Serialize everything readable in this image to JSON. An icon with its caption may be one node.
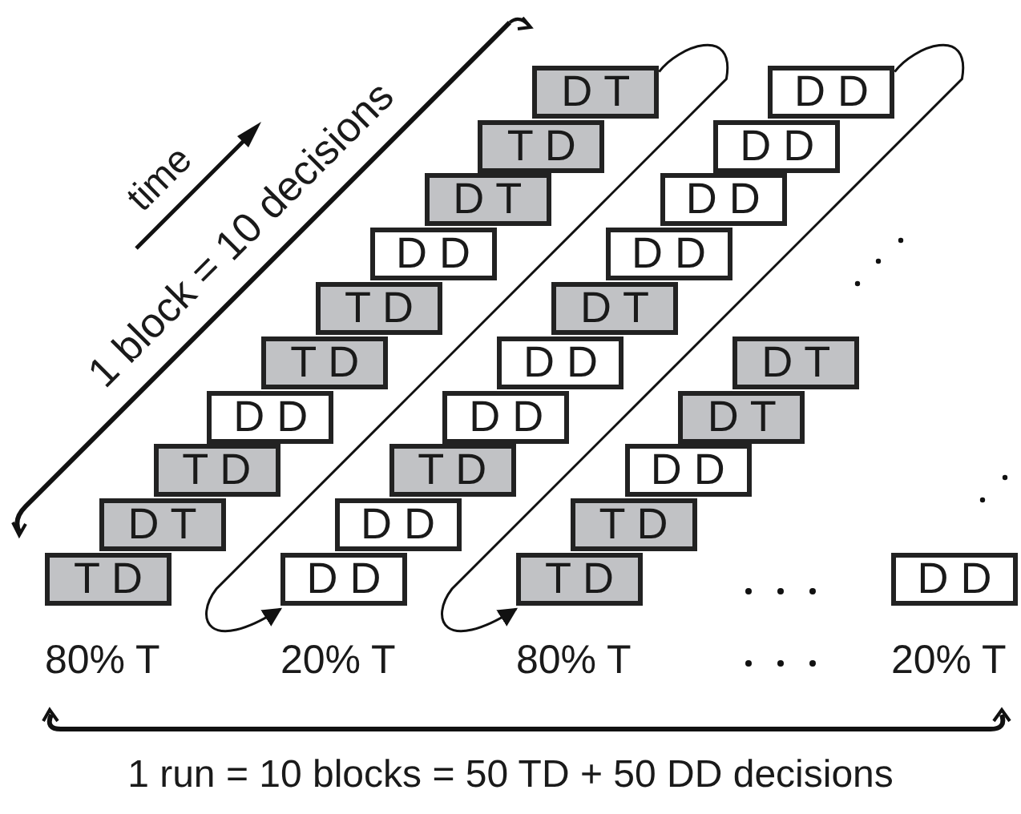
{
  "diagram": {
    "nodes": [
      {
        "text": [
          "T D"
        ],
        "beside": [
          "80% T"
        ]
      },
      {
        "text": [
          "D T"
        ]
      },
      {
        "text": [
          "T D"
        ]
      },
      {
        "text": [
          "D D"
        ]
      },
      {
        "text": [
          "T D"
        ]
      },
      {
        "text": [
          "T D"
        ]
      },
      {
        "text": [
          "D D"
        ]
      },
      {
        "text": [
          "D T"
        ]
      },
      {
        "text": [
          "T D"
        ]
      },
      {
        "text": [
          "D T"
        ]
      },
      {
        "text": [
          "D D"
        ],
        "beside": [
          "20% T"
        ]
      },
      {
        "text": [
          "D D"
        ]
      },
      {
        "text": [
          "T D"
        ]
      },
      {
        "text": [
          "D D"
        ]
      },
      {
        "text": [
          "D D"
        ]
      },
      {
        "text": [
          "D T"
        ]
      },
      {
        "text": [
          "D D"
        ]
      },
      {
        "text": [
          "D D"
        ]
      },
      {
        "text": [
          "D D"
        ]
      },
      {
        "text": [
          "D D"
        ]
      },
      {
        "text": [
          "T D"
        ],
        "beside": [
          "80% T"
        ]
      },
      {
        "text": [
          "T D"
        ]
      },
      {
        "text": [
          "D D"
        ]
      },
      {
        "text": [
          "D T"
        ]
      },
      {
        "text": [
          "D T"
        ]
      },
      {
        "text": [
          "D D"
        ],
        "beside": [
          "20% T"
        ]
      }
    ],
    "edges": [
      {
        "from": 9,
        "to": 10,
        "arrow": "to"
      },
      {
        "from": 19,
        "to": 20,
        "arrow": "to"
      }
    ],
    "labels": [
      "time",
      "1 block = 10 decisions",
      "1 run = 10 blocks = 50 TD + 50 DD decisions"
    ]
  }
}
